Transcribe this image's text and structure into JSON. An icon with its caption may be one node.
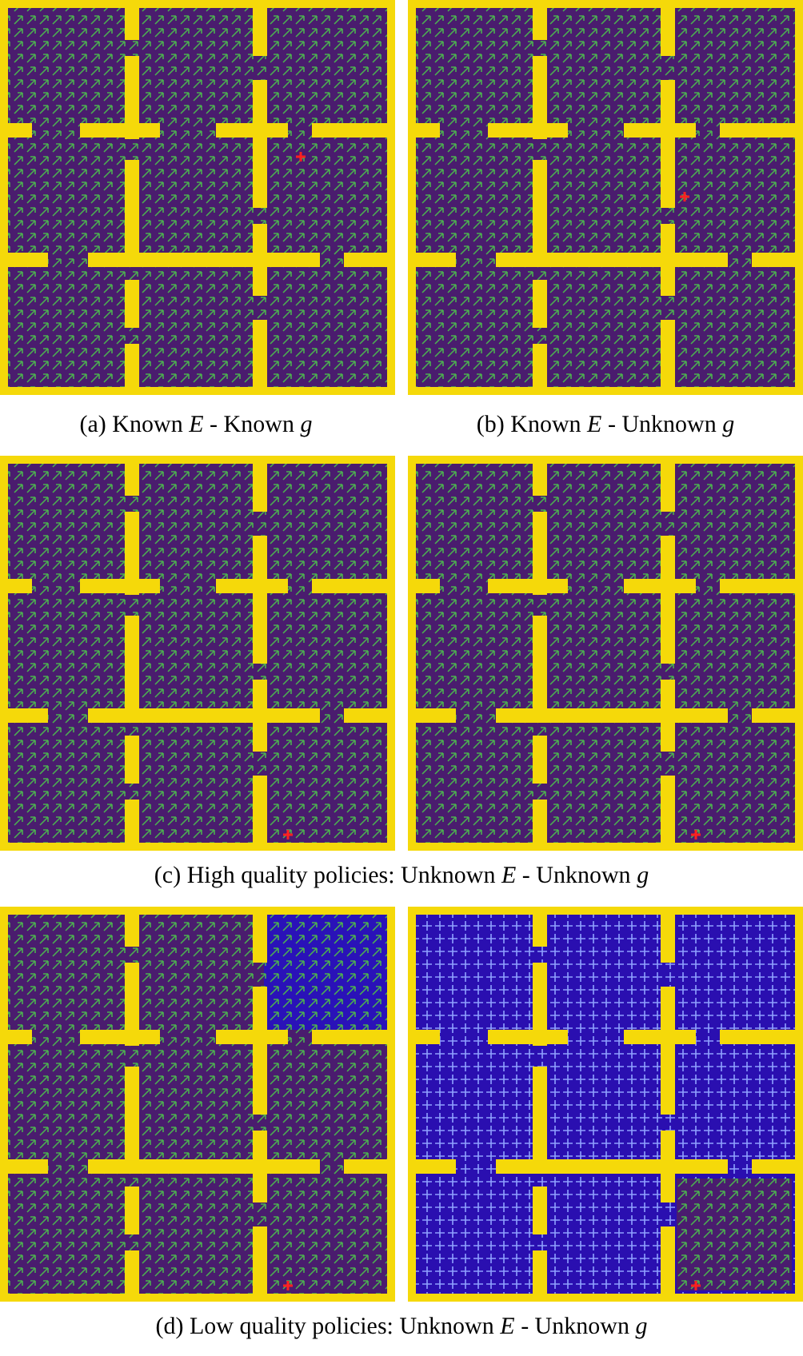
{
  "diagram": {
    "labels": [
      "(a) Known *E* - Known *g*",
      "(b) Known *E* - Unknown *g*",
      "(c) High quality policies: Unknown *E* - Unknown *g*",
      "(d) Low quality policies: Unknown *E* - Unknown *g*"
    ]
  }
}
